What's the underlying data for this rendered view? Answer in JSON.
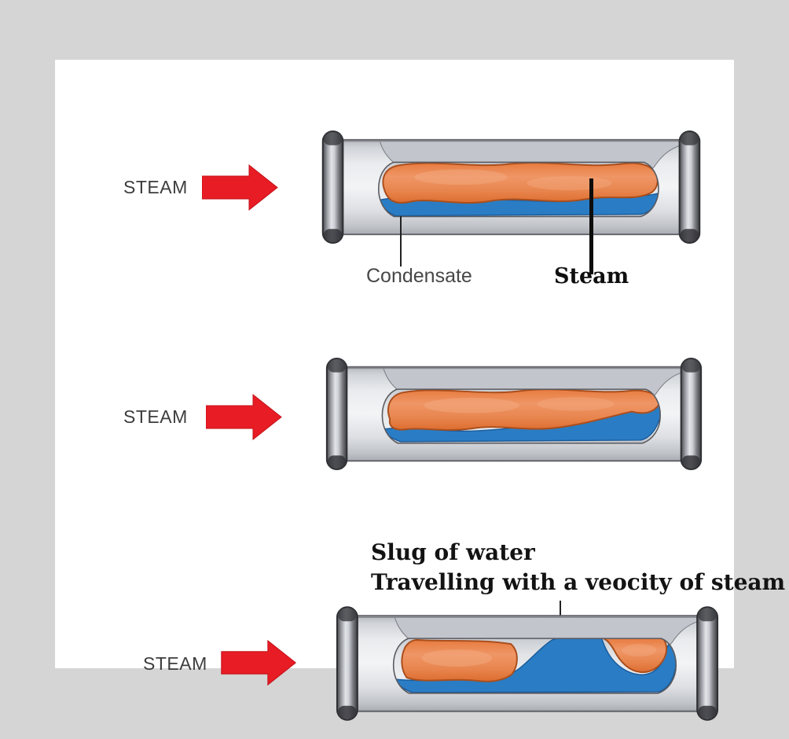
{
  "diagram": {
    "title_implicit": "Formation of a water slug in a steam pipe (three stages)",
    "stage1": {
      "flow_label": "STEAM",
      "condensate_label": "Condensate",
      "steam_label": "Steam"
    },
    "stage2": {
      "flow_label": "STEAM"
    },
    "stage3": {
      "flow_label": "STEAM",
      "caption_line1": "Slug of water",
      "caption_line2": "Travelling with a veocity of steam"
    }
  },
  "colors": {
    "background_gray": "#d5d5d5",
    "card_white": "#ffffff",
    "arrow_red": "#e81c24",
    "steam_orange": "#e8824a",
    "steam_orange_outline": "#aa4e1c",
    "condensate_blue": "#2a7dc4",
    "condensate_blue_outline": "#1b5c9c",
    "pipe_body_gray": "#e9ebee",
    "pipe_band_gray": "#c2c5cc",
    "flange_gray": "#96999f",
    "flow_text_gray": "#3d3d3d",
    "annotation_black": "#0f0f0f"
  }
}
